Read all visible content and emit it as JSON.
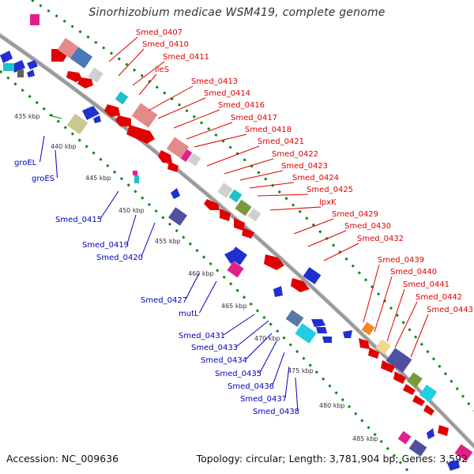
{
  "title": "Sinorhizobium medicae WSM419, complete genome",
  "accession": "Accession: NC_009636",
  "summary": "Topology: circular; Length: 3,781,904 bp; Genes: 3,592",
  "colors": {
    "backbone": "#999999",
    "tick": "#0a8a0a",
    "forward_label": "#e00000",
    "reverse_label": "#0000c0"
  },
  "ticks": [
    {
      "label": "435 kbp"
    },
    {
      "label": "440 kbp"
    },
    {
      "label": "445 kbp"
    },
    {
      "label": "450 kbp"
    },
    {
      "label": "455 kbp"
    },
    {
      "label": "460 kbp"
    },
    {
      "label": "465 kbp"
    },
    {
      "label": "470 kbp"
    },
    {
      "label": "475 kbp"
    },
    {
      "label": "480 kbp"
    },
    {
      "label": "485 kbp"
    }
  ],
  "forward_genes": [
    "Smed_0407",
    "Smed_0410",
    "Smed_0411",
    "ileS",
    "Smed_0413",
    "Smed_0414",
    "Smed_0416",
    "Smed_0417",
    "Smed_0418",
    "Smed_0421",
    "Smed_0422",
    "Smed_0423",
    "Smed_0424",
    "Smed_0425",
    "lpxK",
    "Smed_0429",
    "Smed_0430",
    "Smed_0432",
    "Smed_0439",
    "Smed_0440",
    "Smed_0441",
    "Smed_0442",
    "Smed_0443"
  ],
  "reverse_genes": [
    "groEL",
    "groES",
    "Smed_0415",
    "Smed_0419",
    "Smed_0420",
    "Smed_0427",
    "mutL",
    "Smed_0431",
    "Smed_0433",
    "Smed_0434",
    "Smed_0435",
    "Smed_0436",
    "Smed_0437",
    "Smed_0438"
  ]
}
